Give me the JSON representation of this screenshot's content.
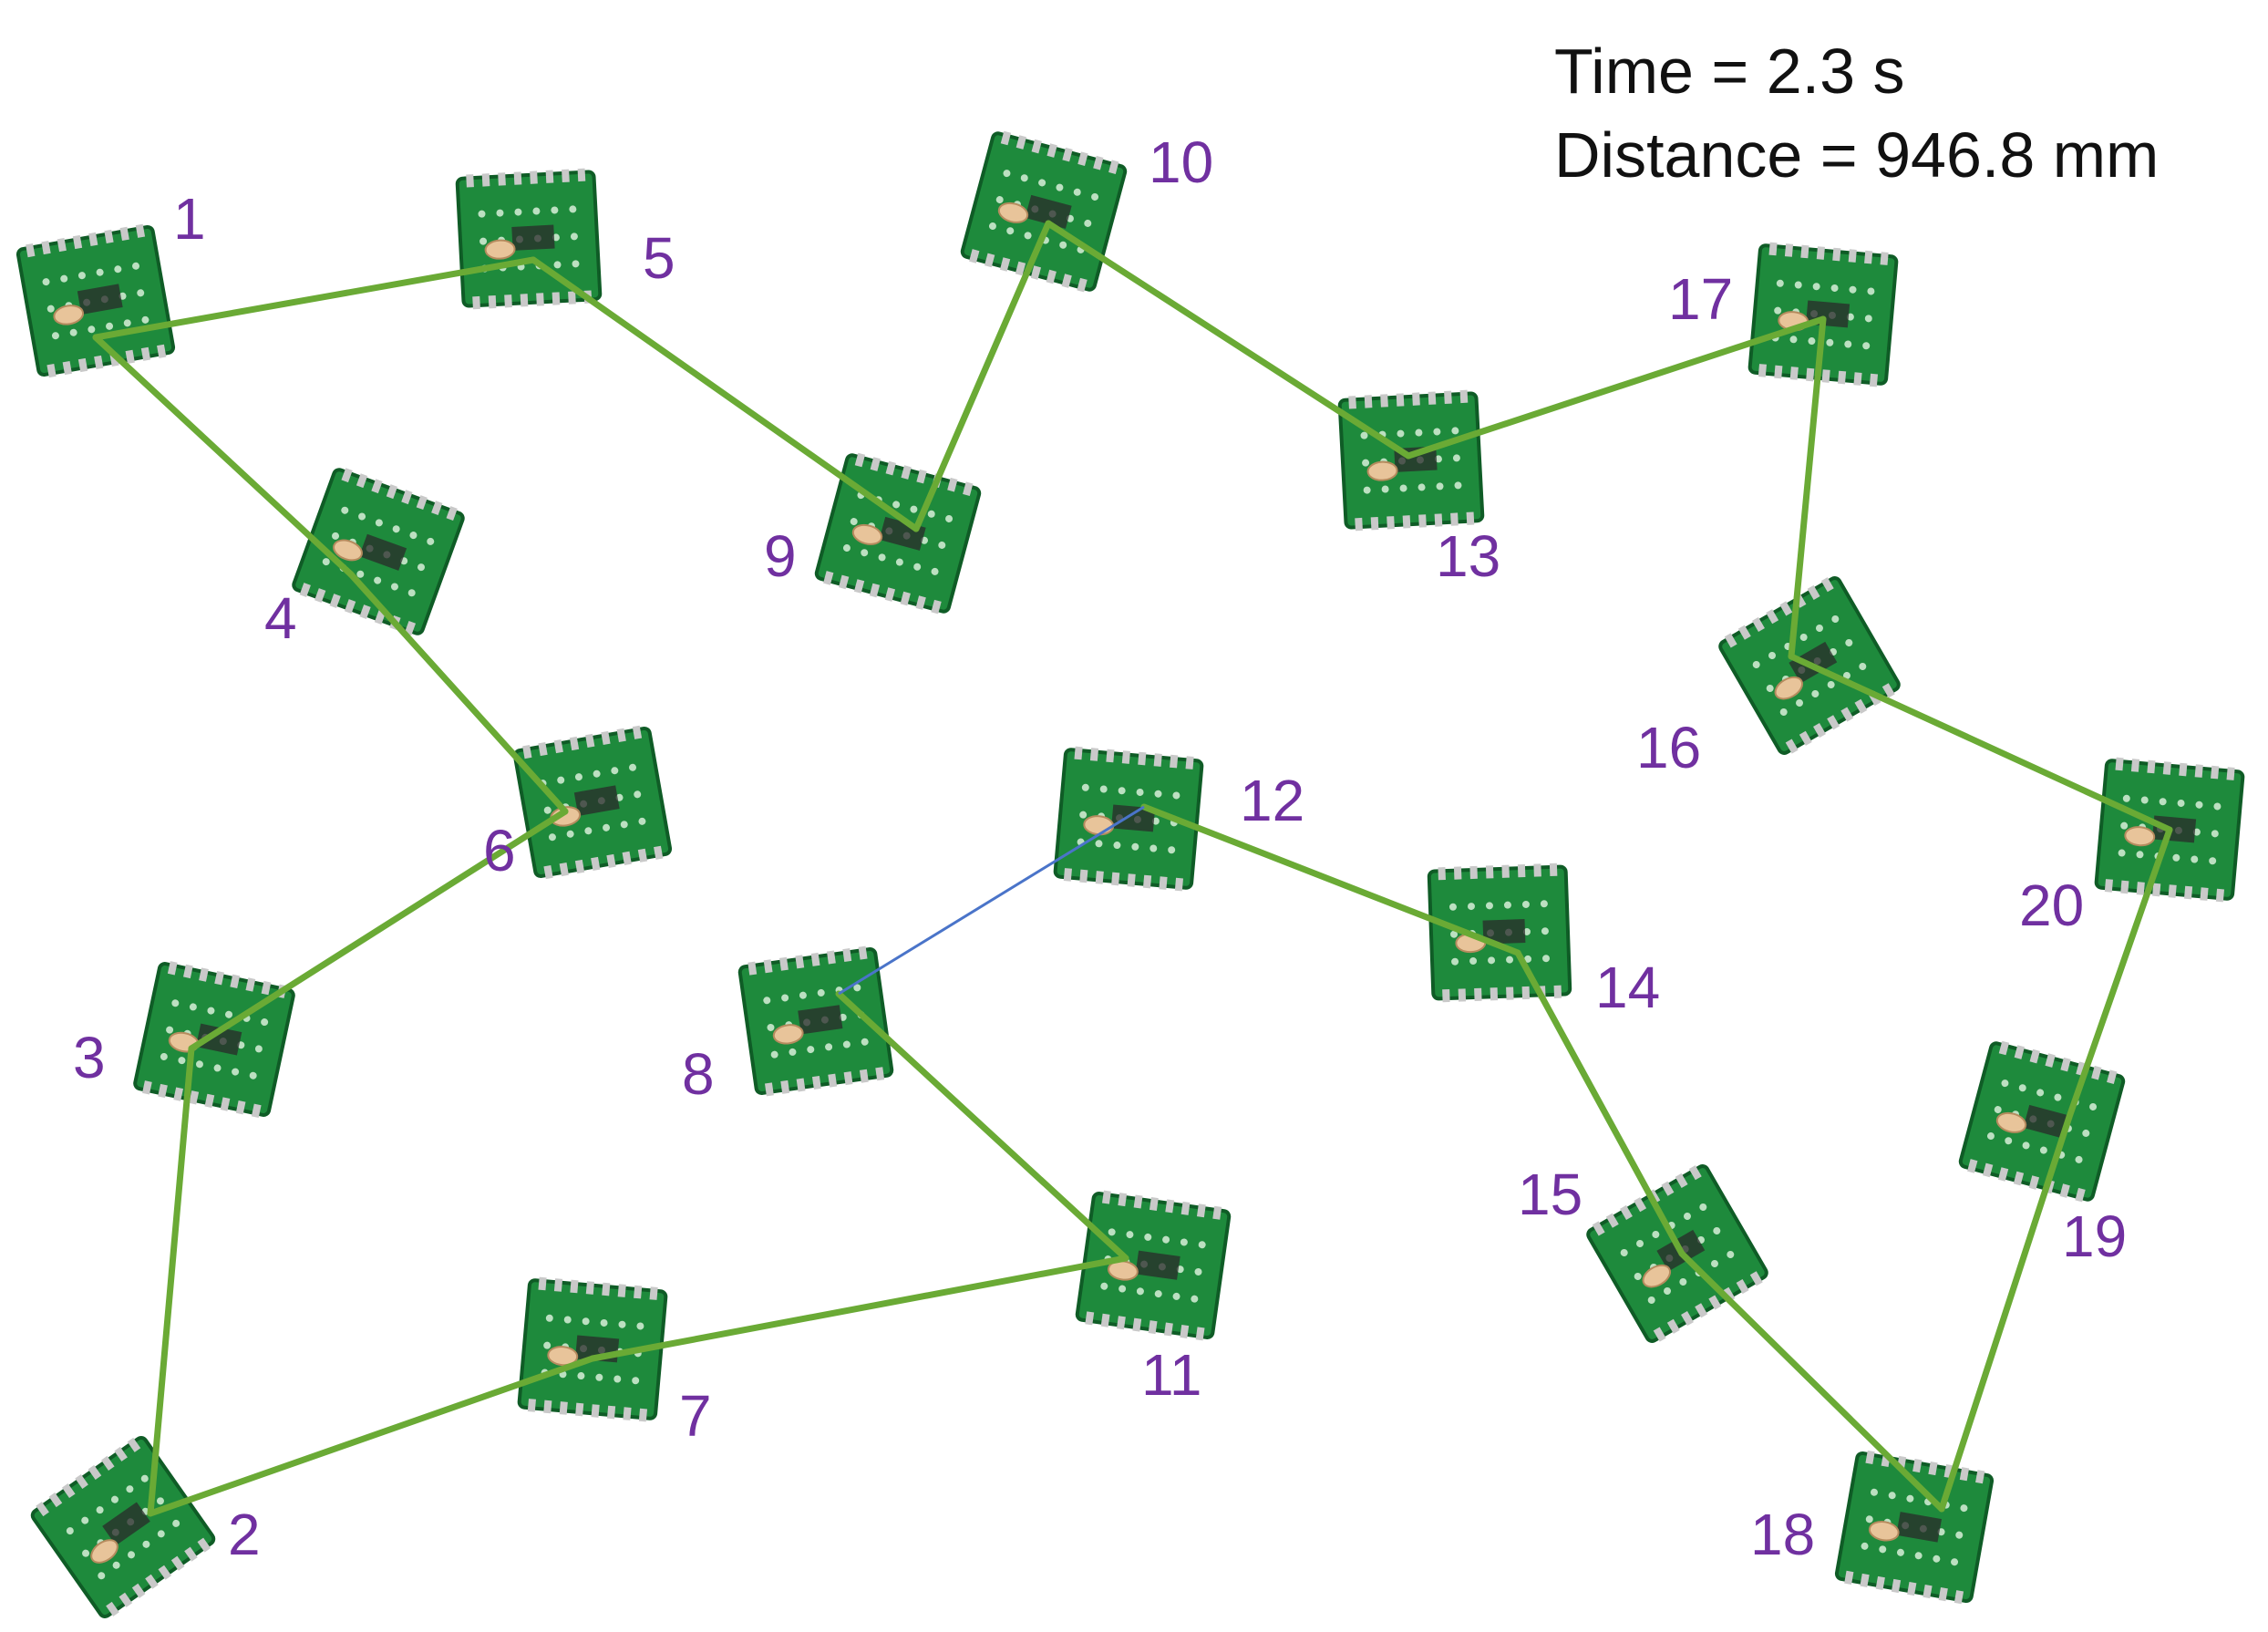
{
  "info": {
    "time": "Time = 2.3 s",
    "distance": "Distance = 946.8 mm"
  },
  "colors": {
    "path": "#6aaa35",
    "pending_link": "#4a74c9",
    "label": "#7030a0",
    "board": "#1e8a3c",
    "board_edge": "#0f5c26",
    "pin": "#c9c9c9",
    "component": "#e8c49a",
    "background": "#ffffff"
  },
  "nodes": [
    {
      "id": "1",
      "label": "1"
    },
    {
      "id": "2",
      "label": "2"
    },
    {
      "id": "3",
      "label": "3"
    },
    {
      "id": "4",
      "label": "4"
    },
    {
      "id": "5",
      "label": "5"
    },
    {
      "id": "6",
      "label": "6"
    },
    {
      "id": "7",
      "label": "7"
    },
    {
      "id": "8",
      "label": "8"
    },
    {
      "id": "9",
      "label": "9"
    },
    {
      "id": "10",
      "label": "10"
    },
    {
      "id": "11",
      "label": "11"
    },
    {
      "id": "12",
      "label": "12"
    },
    {
      "id": "13",
      "label": "13"
    },
    {
      "id": "14",
      "label": "14"
    },
    {
      "id": "15",
      "label": "15"
    },
    {
      "id": "16",
      "label": "16"
    },
    {
      "id": "17",
      "label": "17"
    },
    {
      "id": "18",
      "label": "18"
    },
    {
      "id": "19",
      "label": "19"
    },
    {
      "id": "20",
      "label": "20"
    }
  ],
  "path_sequence": [
    "8",
    "11",
    "7",
    "2",
    "3",
    "6",
    "4",
    "1",
    "5",
    "9",
    "10",
    "13",
    "17",
    "16",
    "20",
    "19",
    "18",
    "15",
    "14",
    "12"
  ],
  "pending_link": [
    "12",
    "8"
  ]
}
